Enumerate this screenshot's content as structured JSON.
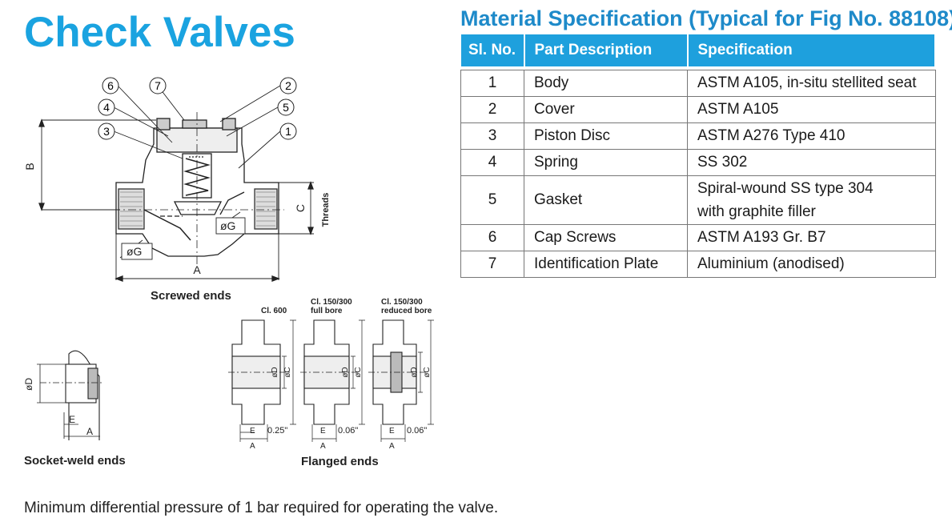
{
  "title": "Check Valves",
  "spec": {
    "title": "Material Specification (Typical for Fig No. 88108)",
    "headers": [
      "Sl. No.",
      "Part Description",
      "Specification"
    ],
    "rows": [
      {
        "no": "1",
        "part": "Body",
        "spec": "ASTM A105, in-situ stellited seat"
      },
      {
        "no": "2",
        "part": "Cover",
        "spec": "ASTM A105"
      },
      {
        "no": "3",
        "part": "Piston Disc",
        "spec": "ASTM A276 Type 410"
      },
      {
        "no": "4",
        "part": "Spring",
        "spec": "SS 302"
      },
      {
        "no": "5",
        "part": "Gasket",
        "spec_line1": "Spiral-wound SS type 304",
        "spec_line2": "with graphite filler"
      },
      {
        "no": "6",
        "part": "Cap Screws",
        "spec": "ASTM A193 Gr. B7"
      },
      {
        "no": "7",
        "part": "Identification Plate",
        "spec": "Aluminium (anodised)"
      }
    ]
  },
  "drawing": {
    "screwed": {
      "caption": "Screwed ends",
      "callouts": [
        "6",
        "7",
        "4",
        "3",
        "2",
        "5",
        "1"
      ],
      "dim_b": "B",
      "dim_a": "A",
      "dim_c": "C",
      "dim_g1": "øG",
      "dim_g2": "øG",
      "threads": "Threads"
    },
    "socket": {
      "caption": "Socket-weld ends",
      "dim_d": "øD",
      "dim_e": "E",
      "dim_a": "A"
    },
    "flanged": {
      "caption": "Flanged ends",
      "variants": [
        {
          "label_line1": "Cl. 600",
          "label_line2": "",
          "dim_d": "øD",
          "dim_c": "øC",
          "dim_e": "E",
          "raised": "0.25\"",
          "dim_a": "A"
        },
        {
          "label_line1": "Cl. 150/300",
          "label_line2": "full bore",
          "dim_d": "øD",
          "dim_c": "øC",
          "dim_e": "E",
          "raised": "0.06\"",
          "dim_a": "A"
        },
        {
          "label_line1": "Cl. 150/300",
          "label_line2": "reduced bore",
          "dim_d": "øD",
          "dim_c": "øC",
          "dim_e": "E",
          "raised": "0.06\"",
          "dim_a": "A"
        }
      ]
    }
  },
  "note": "Minimum differential pressure of 1 bar required for operating the valve."
}
